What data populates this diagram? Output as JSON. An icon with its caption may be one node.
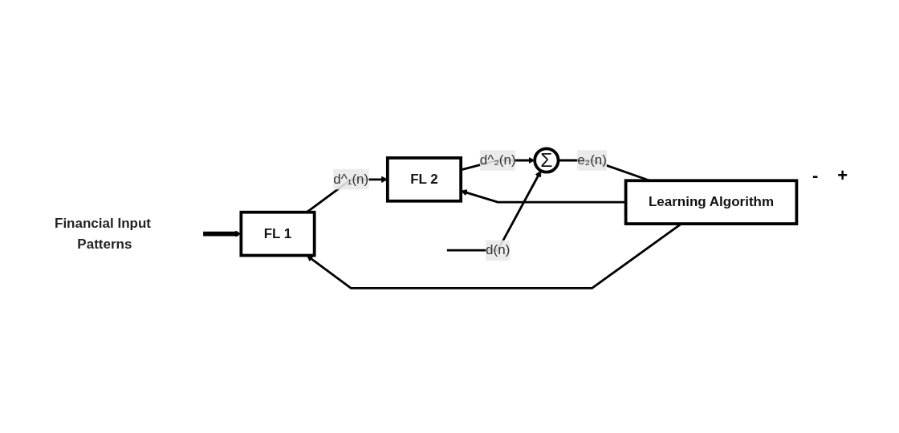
{
  "diagram": {
    "nodes": [
      {
        "text": [
          "Financial Input Patterns"
        ]
      },
      {
        "text": [
          "FL 1"
        ]
      },
      {
        "text": [
          "FL 2"
        ]
      },
      {
        "text": [
          "Σ"
        ]
      },
      {
        "text": [
          "Learning Algorithm"
        ]
      }
    ],
    "edges": [
      {
        "from": 0,
        "to": 1,
        "arrow": "to",
        "style": "thick"
      },
      {
        "from": 1,
        "to": 2,
        "arrow": "to",
        "label": "d^₁(n)"
      },
      {
        "from": 2,
        "to": 3,
        "arrow": "to",
        "label": "d^₂(n)"
      },
      {
        "from": null,
        "to": 3,
        "arrow": "to",
        "label": "d(n)"
      },
      {
        "from": 3,
        "to": 4,
        "arrow": "none",
        "label": "e₂(n)"
      },
      {
        "from": 4,
        "to": 1,
        "arrow": "to"
      },
      {
        "from": 4,
        "to": 2,
        "arrow": "to"
      }
    ],
    "labels": [
      "-",
      "+"
    ]
  }
}
